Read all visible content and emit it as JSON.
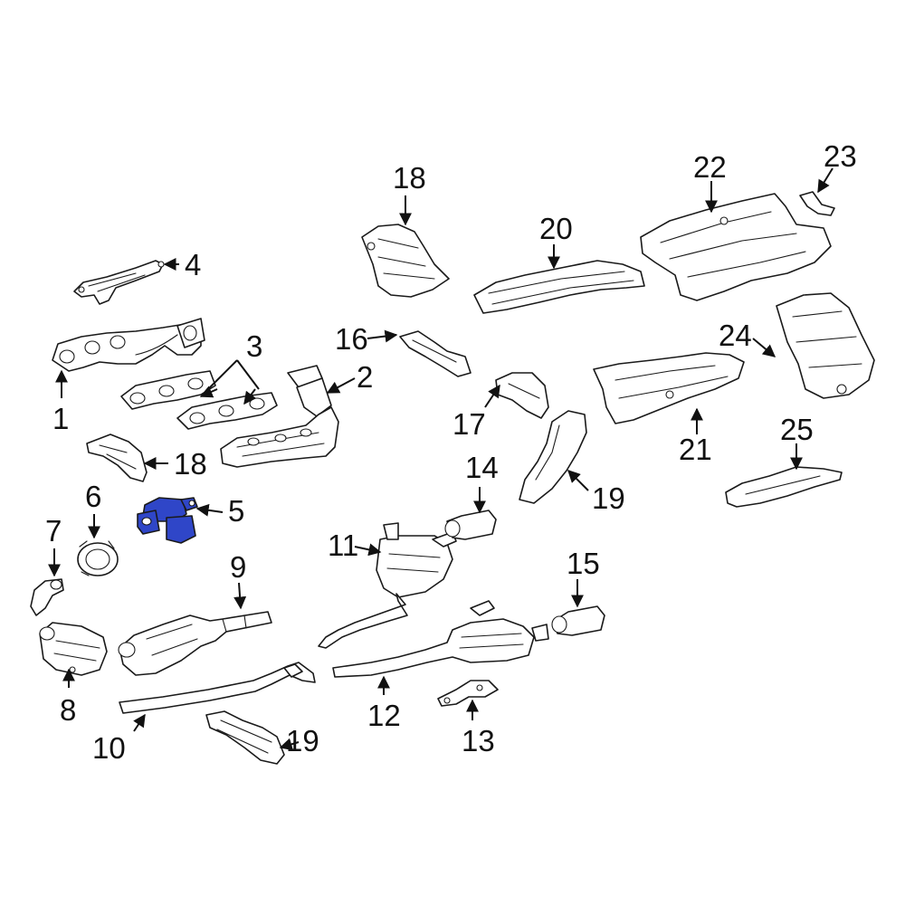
{
  "highlight_color": "#2f46c8",
  "callouts": [
    {
      "id": "c1",
      "text": "1"
    },
    {
      "id": "c2",
      "text": "2"
    },
    {
      "id": "c3",
      "text": "3"
    },
    {
      "id": "c4",
      "text": "4"
    },
    {
      "id": "c5",
      "text": "5"
    },
    {
      "id": "c6",
      "text": "6"
    },
    {
      "id": "c7",
      "text": "7"
    },
    {
      "id": "c8",
      "text": "8"
    },
    {
      "id": "c9",
      "text": "9"
    },
    {
      "id": "c10",
      "text": "10"
    },
    {
      "id": "c11",
      "text": "11"
    },
    {
      "id": "c12",
      "text": "12"
    },
    {
      "id": "c13",
      "text": "13"
    },
    {
      "id": "c14",
      "text": "14"
    },
    {
      "id": "c15",
      "text": "15"
    },
    {
      "id": "c16",
      "text": "16"
    },
    {
      "id": "c17",
      "text": "17"
    },
    {
      "id": "c18a",
      "text": "18"
    },
    {
      "id": "c18b",
      "text": "18"
    },
    {
      "id": "c19a",
      "text": "19"
    },
    {
      "id": "c19b",
      "text": "19"
    },
    {
      "id": "c20",
      "text": "20"
    },
    {
      "id": "c21",
      "text": "21"
    },
    {
      "id": "c22",
      "text": "22"
    },
    {
      "id": "c23",
      "text": "23"
    },
    {
      "id": "c24",
      "text": "24"
    },
    {
      "id": "c25",
      "text": "25"
    }
  ]
}
